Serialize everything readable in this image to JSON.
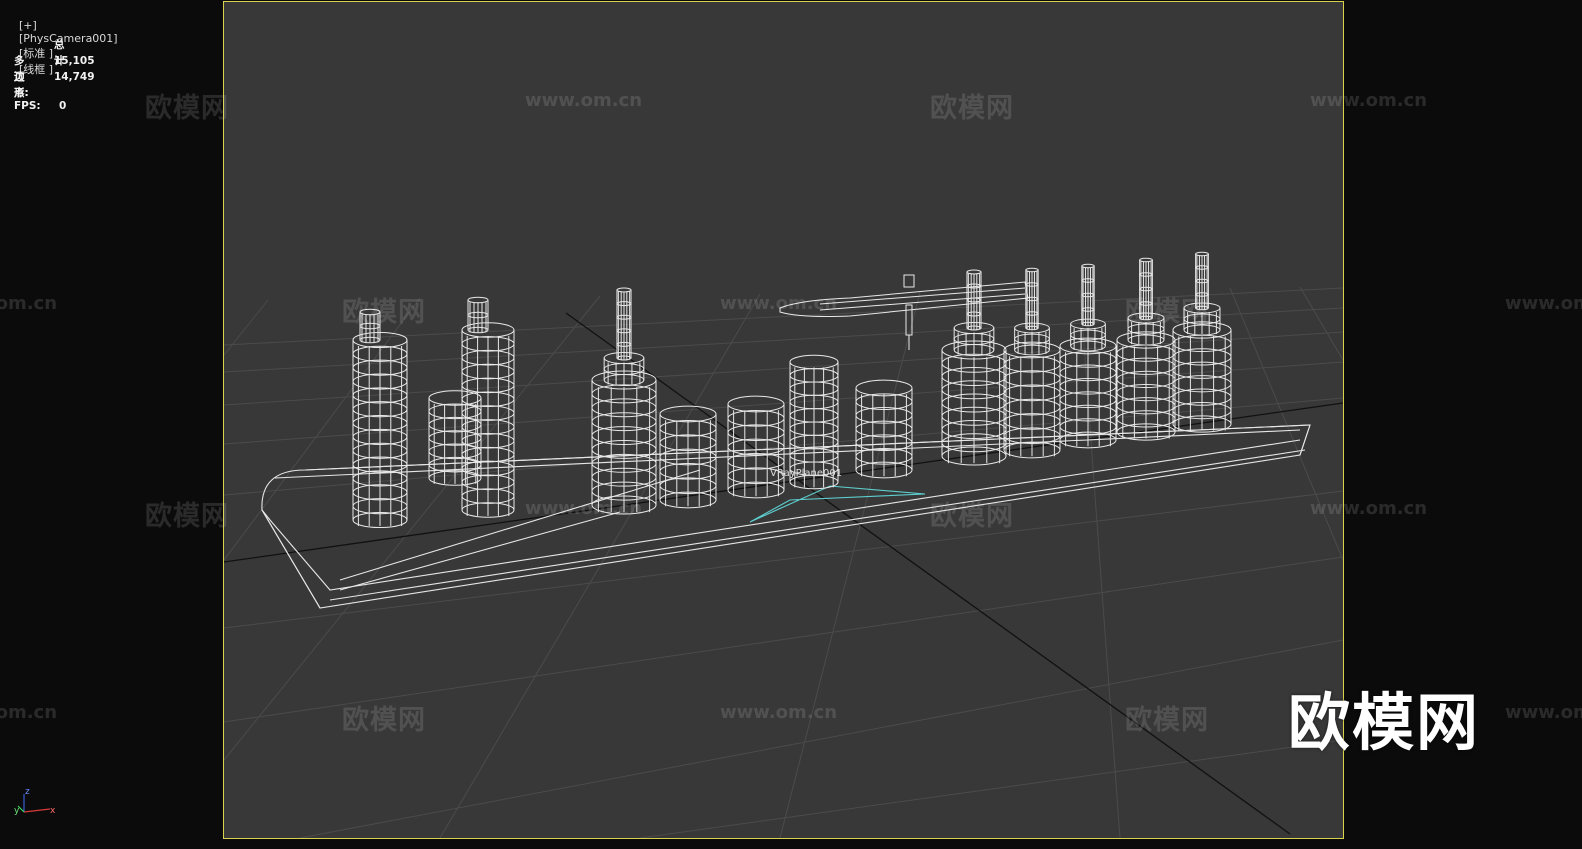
{
  "viewport": {
    "label_items": [
      "[+]",
      "[PhysCamera001]",
      "[标准 ]",
      "[线框 ]"
    ]
  },
  "stats": {
    "header": "总计",
    "polygons_label": "多边形:",
    "polygons_value": "15,105",
    "vertices_label": "顶点:",
    "vertices_value": "14,749",
    "fps_label": "FPS:",
    "fps_value": "0"
  },
  "scene": {
    "object_label": "VRayPlane001"
  },
  "watermarks": {
    "cn": "欧模网",
    "url": "www.om.cn",
    "big_logo": "欧模网"
  },
  "gizmo": {
    "z": "z",
    "x": "x",
    "y": "y"
  },
  "colors": {
    "background": "#383838",
    "outer": "#0b0b0b",
    "frame": "#d8d24a",
    "wireframe": "#e6e6e6",
    "grid": "#4a4a4a",
    "plane": "#5fd0d0"
  }
}
